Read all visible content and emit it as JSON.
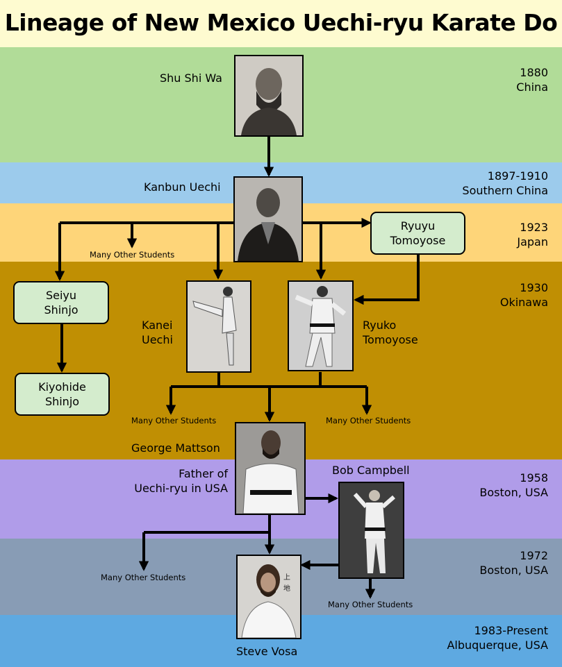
{
  "title": "Lineage of New Mexico Uechi-ryu Karate Do",
  "colors": {
    "title_bg": "#fefbd0",
    "band_china": "#b1dc98",
    "band_southern_china": "#9ccbec",
    "band_japan": "#fed579",
    "band_okinawa": "#c08f03",
    "band_boston_1958": "#b09ce9",
    "band_boston_1972": "#889cb5",
    "band_albuquerque": "#5ea9e1",
    "box_fill": "#d4eccd"
  },
  "eras": {
    "china": {
      "year": "1880",
      "place": "China"
    },
    "southern_china": {
      "year": "1897-1910",
      "place": "Southern China"
    },
    "japan": {
      "year": "1923",
      "place": "Japan"
    },
    "okinawa": {
      "year": "1930",
      "place": "Okinawa"
    },
    "boston_1958": {
      "year": "1958",
      "place": "Boston, USA"
    },
    "boston_1972": {
      "year": "1972",
      "place": "Boston, USA"
    },
    "albuquerque": {
      "year": "1983-Present",
      "place": "Albuquerque, USA"
    }
  },
  "people": {
    "shu_shi_wa": "Shu Shi Wa",
    "kanbun_uechi": "Kanbun Uechi",
    "ryuyu_tomoyose": {
      "line1": "Ryuyu",
      "line2": "Tomoyose"
    },
    "seiyu_shinjo": {
      "line1": "Seiyu",
      "line2": "Shinjo"
    },
    "kiyohide_shinjo": {
      "line1": "Kiyohide",
      "line2": "Shinjo"
    },
    "kanei_uechi": {
      "line1": "Kanei",
      "line2": "Uechi"
    },
    "ryuko_tomoyose": {
      "line1": "Ryuko",
      "line2": "Tomoyose"
    },
    "george_mattson": "George Mattson",
    "george_mattson_caption": {
      "line1": "Father of",
      "line2": "Uechi-ryu in USA"
    },
    "bob_campbell": "Bob Campbell",
    "steve_vosa": "Steve Vosa"
  },
  "many_other_students": "Many Other Students",
  "photo_icons": [
    "portrait-shu-shi-wa-photo",
    "portrait-kanbun-uechi-photo",
    "portrait-kanei-uechi-photo",
    "portrait-ryuko-tomoyose-photo",
    "portrait-george-mattson-photo",
    "portrait-bob-campbell-photo",
    "portrait-steve-vosa-photo"
  ]
}
